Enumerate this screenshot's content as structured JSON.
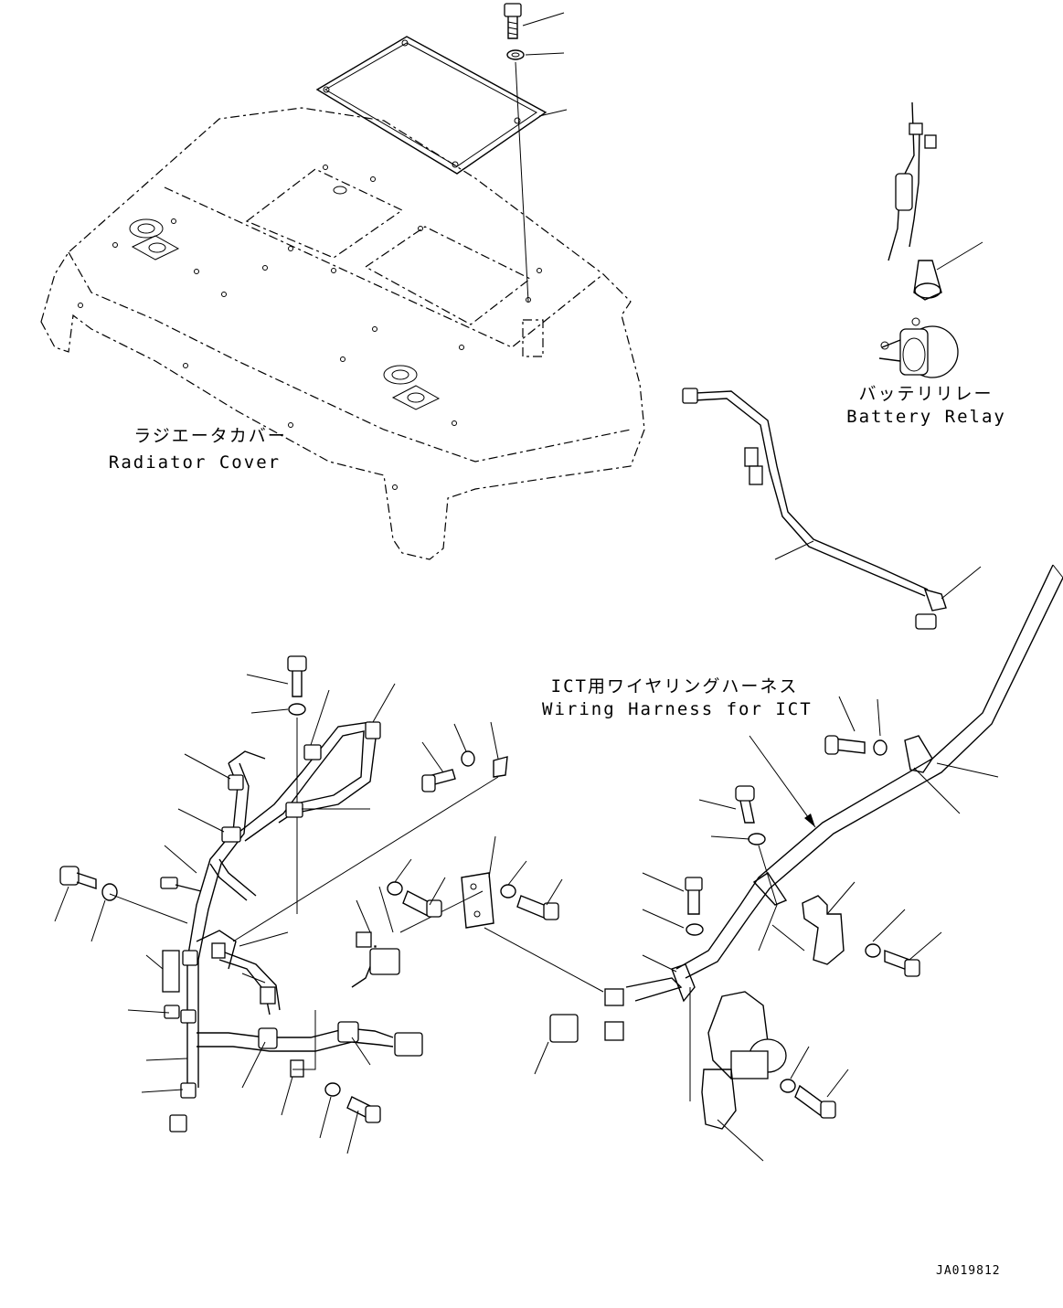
{
  "labels": {
    "radiator_cover_jp": "ラジエータカバー",
    "radiator_cover_en": "Radiator Cover",
    "battery_relay_jp": "バッテリリレー",
    "battery_relay_en": "Battery Relay",
    "harness_jp": "ICT用ワイヤリングハーネス",
    "harness_en": "Wiring Harness for ICT"
  },
  "drawing_code": "JA019812"
}
